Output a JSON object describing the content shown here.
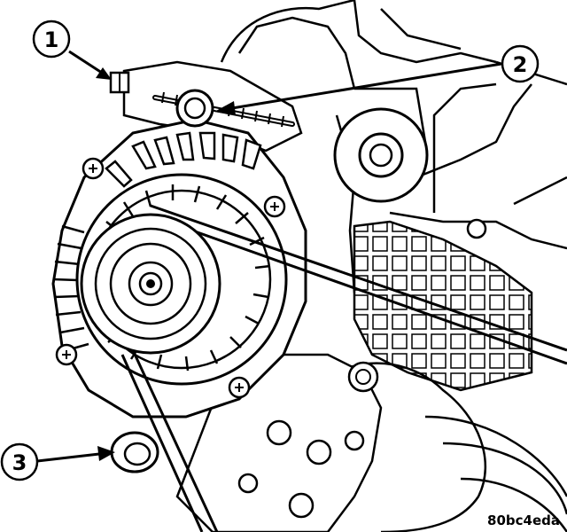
{
  "callouts": {
    "one": "1",
    "two": "2",
    "three": "3"
  },
  "figure_code": "80bc4eda",
  "colors": {
    "ink": "#000000",
    "paper": "#ffffff",
    "shade": "#d9d9d9"
  }
}
